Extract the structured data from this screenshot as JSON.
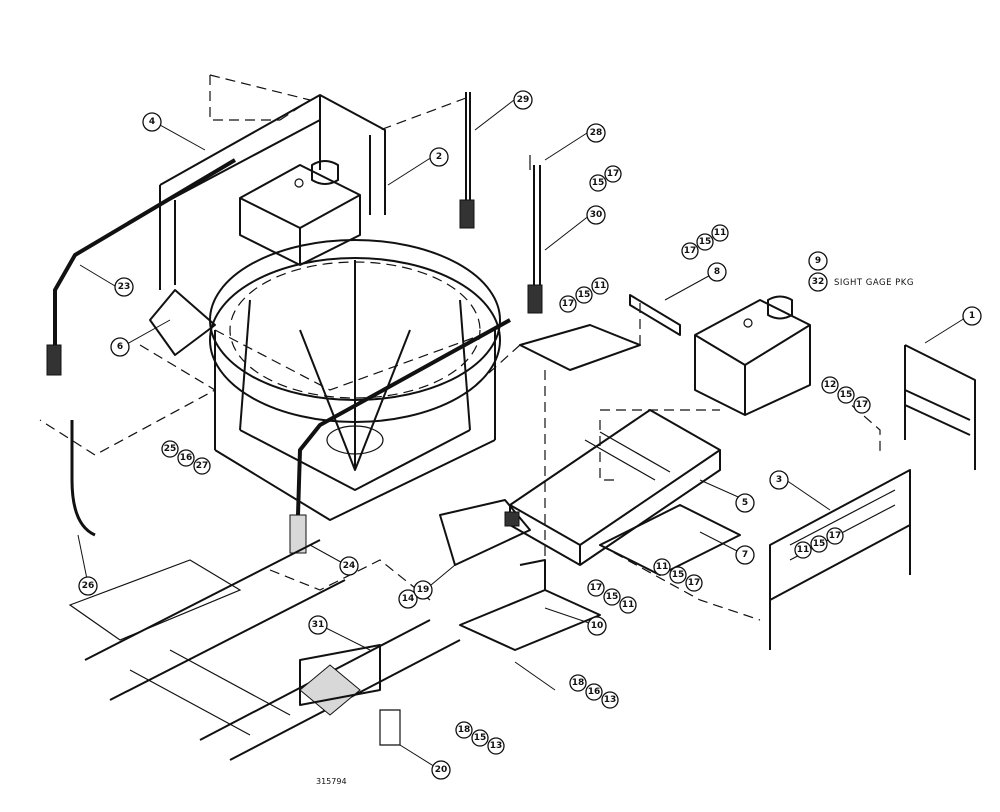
{
  "callouts": [
    {
      "id": "c1",
      "label": "1"
    },
    {
      "id": "c2",
      "label": "2"
    },
    {
      "id": "c3",
      "label": "3"
    },
    {
      "id": "c4",
      "label": "4"
    },
    {
      "id": "c5",
      "label": "5"
    },
    {
      "id": "c6",
      "label": "6"
    },
    {
      "id": "c7",
      "label": "7"
    },
    {
      "id": "c8",
      "label": "8"
    },
    {
      "id": "c9",
      "label": "9"
    },
    {
      "id": "c10",
      "label": "10"
    },
    {
      "id": "c14",
      "label": "14"
    },
    {
      "id": "c19",
      "label": "19"
    },
    {
      "id": "c20",
      "label": "20"
    },
    {
      "id": "c23",
      "label": "23"
    },
    {
      "id": "c24",
      "label": "24"
    },
    {
      "id": "c26",
      "label": "26"
    },
    {
      "id": "c28",
      "label": "28"
    },
    {
      "id": "c29",
      "label": "29"
    },
    {
      "id": "c30",
      "label": "30"
    },
    {
      "id": "c31",
      "label": "31"
    },
    {
      "id": "c32",
      "label": "32"
    }
  ],
  "callout_groups": [
    {
      "id": "g_15_17_a",
      "labels": [
        "15",
        "17"
      ]
    },
    {
      "id": "g_17_15_11_a",
      "labels": [
        "17",
        "15",
        "11"
      ]
    },
    {
      "id": "g_17_15_11_b",
      "labels": [
        "17",
        "15",
        "11"
      ]
    },
    {
      "id": "g_12_15_17",
      "labels": [
        "12",
        "15",
        "17"
      ]
    },
    {
      "id": "g_11_15_17_a",
      "labels": [
        "11",
        "15",
        "17"
      ]
    },
    {
      "id": "g_11_15_17_b",
      "labels": [
        "11",
        "15",
        "17"
      ]
    },
    {
      "id": "g_17_15_11_c",
      "labels": [
        "17",
        "15",
        "11"
      ]
    },
    {
      "id": "g_25_16_27",
      "labels": [
        "25",
        "16",
        "27"
      ]
    },
    {
      "id": "g_18_16_13",
      "labels": [
        "18",
        "16",
        "13"
      ]
    },
    {
      "id": "g_18_15_13",
      "labels": [
        "18",
        "15",
        "13"
      ]
    }
  ],
  "notes": {
    "sight_gage": "SIGHT GAGE PKG",
    "drawing_number": "315794"
  }
}
